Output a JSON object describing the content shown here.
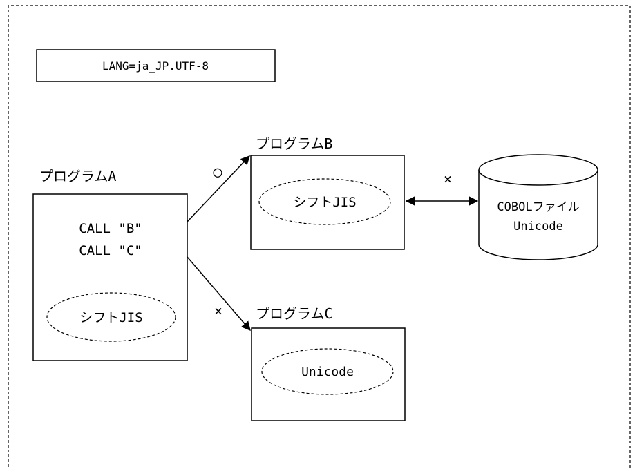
{
  "env_label": "LANG=ja_JP.UTF-8",
  "program_a": {
    "title": "プログラムA",
    "call_b": "CALL \"B\"",
    "call_c": "CALL \"C\"",
    "encoding": "シフトJIS"
  },
  "program_b": {
    "title": "プログラムB",
    "encoding": "シフトJIS"
  },
  "program_c": {
    "title": "プログラムC",
    "encoding": "Unicode"
  },
  "cobol_file": {
    "line1": "COBOLファイル",
    "line2": "Unicode"
  },
  "marks": {
    "call_b_result": "○",
    "call_c_result": "×",
    "file_access_result": "×"
  }
}
